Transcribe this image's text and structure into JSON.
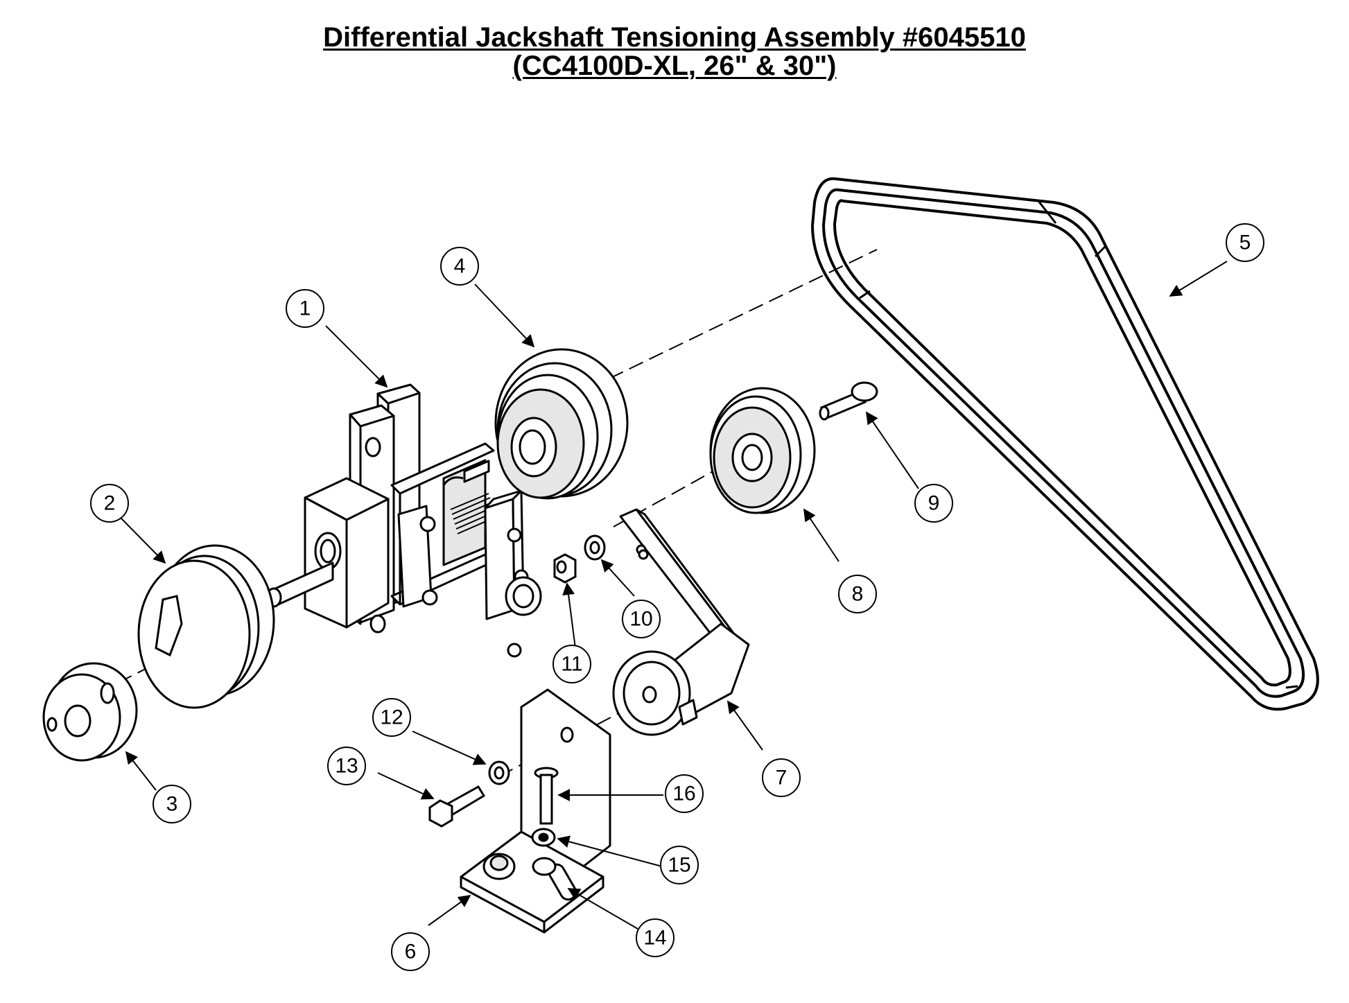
{
  "title": {
    "line1": "Differential Jackshaft Tensioning Assembly #6045510",
    "line2": "(CC4100D-XL, 26\"  & 30\")"
  },
  "callouts": [
    {
      "id": "1",
      "label": "1"
    },
    {
      "id": "2",
      "label": "2"
    },
    {
      "id": "3",
      "label": "3"
    },
    {
      "id": "4",
      "label": "4"
    },
    {
      "id": "5",
      "label": "5"
    },
    {
      "id": "6",
      "label": "6"
    },
    {
      "id": "7",
      "label": "7"
    },
    {
      "id": "8",
      "label": "8"
    },
    {
      "id": "9",
      "label": "9"
    },
    {
      "id": "10",
      "label": "10"
    },
    {
      "id": "11",
      "label": "11"
    },
    {
      "id": "12",
      "label": "12"
    },
    {
      "id": "13",
      "label": "13"
    },
    {
      "id": "14",
      "label": "14"
    },
    {
      "id": "15",
      "label": "15"
    },
    {
      "id": "16",
      "label": "16"
    }
  ],
  "colors": {
    "line": "#000000",
    "fill": "#ffffff",
    "shade": "#e6e6e6"
  }
}
